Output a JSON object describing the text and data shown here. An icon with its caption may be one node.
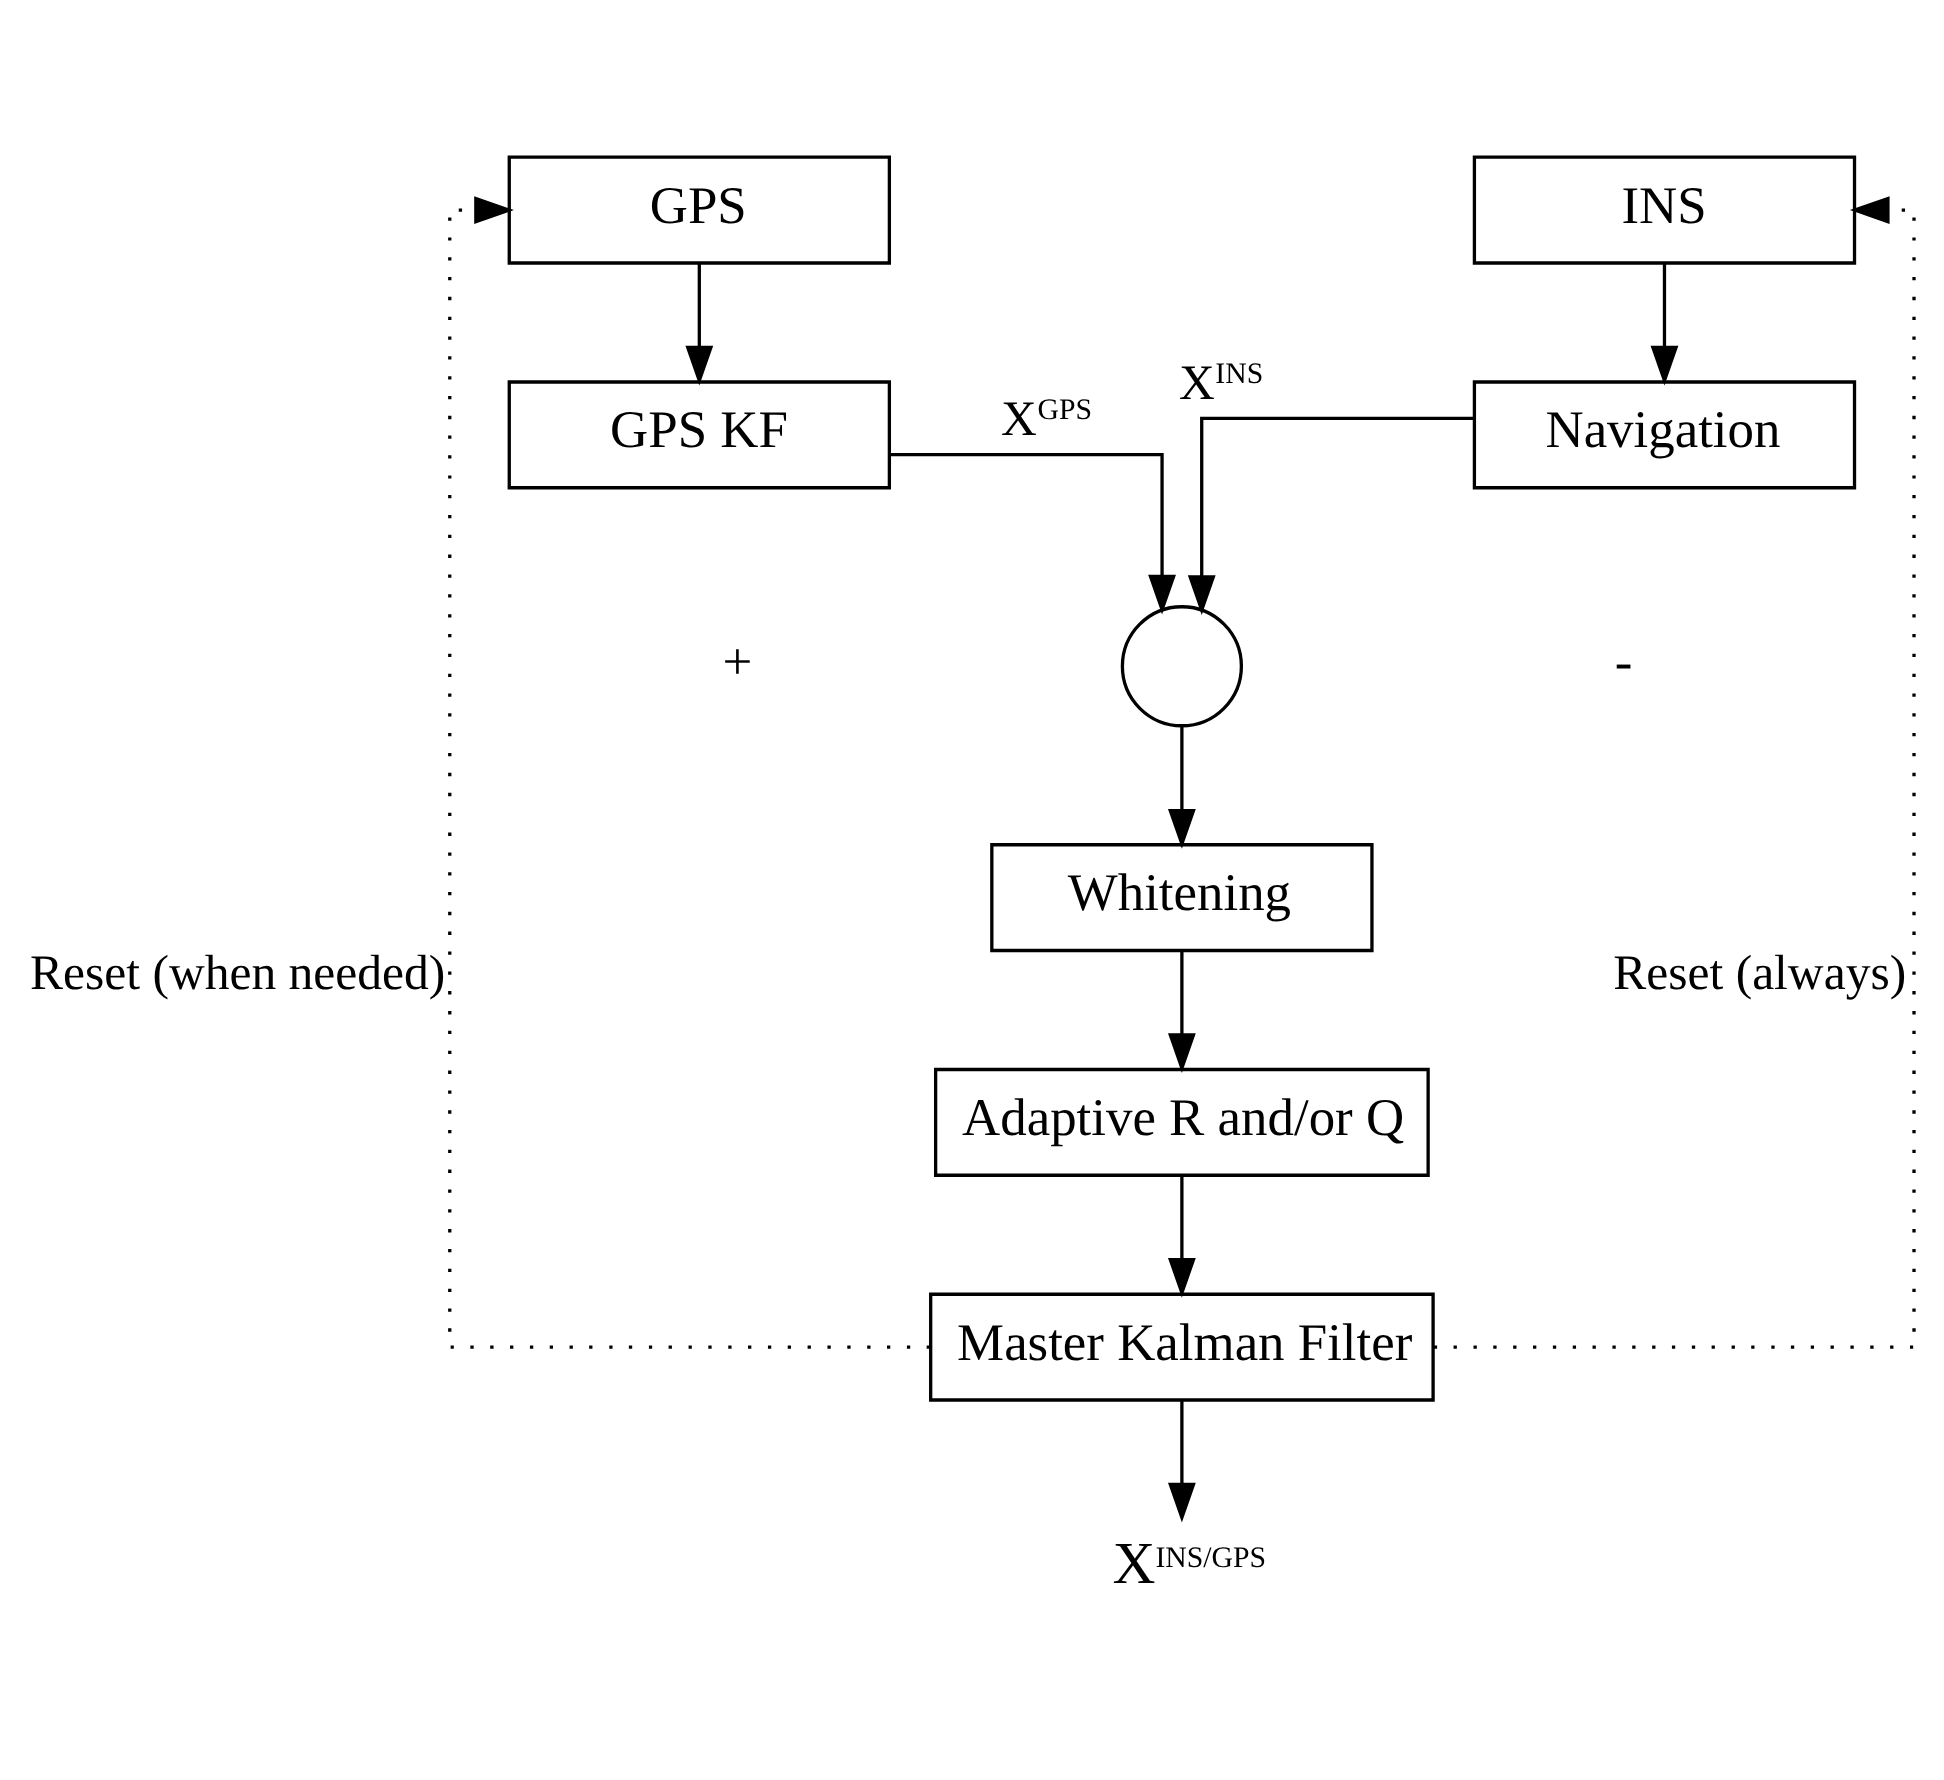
{
  "diagram": {
    "nodes": [
      {
        "text": [
          "GPS"
        ]
      },
      {
        "text": [
          "INS"
        ]
      },
      {
        "text": [
          "GPS KF"
        ]
      },
      {
        "text": [
          "Navigation"
        ]
      },
      {
        "text": [],
        "shape": "circle"
      },
      {
        "text": [
          "Whitening"
        ]
      },
      {
        "text": [
          "Adaptive R and/or Q"
        ]
      },
      {
        "text": [
          "Master Kalman Filter"
        ]
      },
      {
        "text": [
          "X$^{INS/GPS}$"
        ]
      }
    ],
    "edges": [
      {
        "from": 0,
        "to": 2,
        "arrow": "to"
      },
      {
        "from": 1,
        "to": 3,
        "arrow": "to"
      },
      {
        "from": 2,
        "to": 4,
        "arrow": "to",
        "label": "X$^{GPS}$"
      },
      {
        "from": 3,
        "to": 4,
        "arrow": "to",
        "label": "X$^{INS}$"
      },
      {
        "from": 4,
        "to": 5,
        "arrow": "to"
      },
      {
        "from": 5,
        "to": 6,
        "arrow": "to"
      },
      {
        "from": 6,
        "to": 7,
        "arrow": "to"
      },
      {
        "from": 7,
        "to": 8,
        "arrow": "to"
      },
      {
        "from": 7,
        "to": 0,
        "arrow": "to",
        "style": "dashed",
        "label": "Reset (when needed)"
      },
      {
        "from": 7,
        "to": 1,
        "arrow": "to",
        "style": "dashed",
        "label": "Reset (always)"
      }
    ],
    "labels": [
      "+",
      "-"
    ]
  }
}
